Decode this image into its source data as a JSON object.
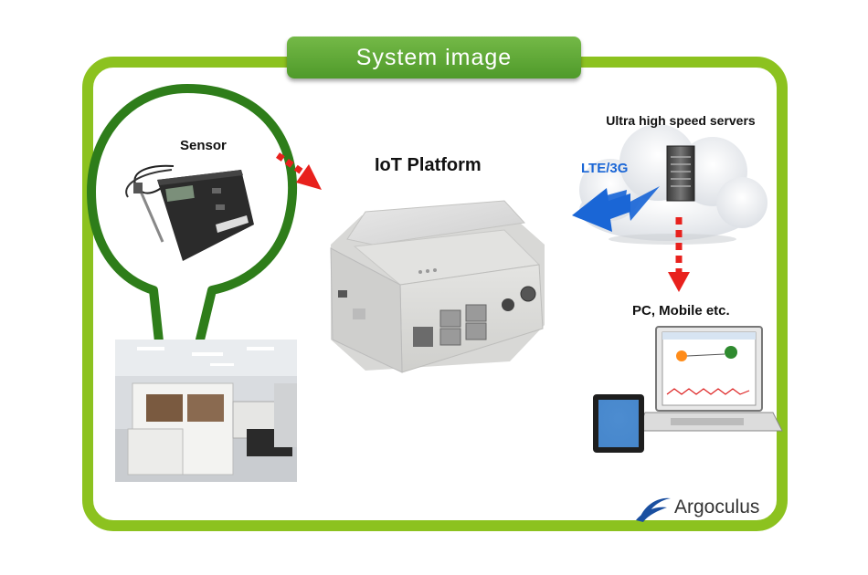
{
  "title": "System image",
  "labels": {
    "sensor": "Sensor",
    "iot_platform": "IoT Platform",
    "servers": "Ultra high speed servers",
    "network": "LTE/3G",
    "clients": "PC, Mobile etc."
  },
  "logo": {
    "name": "Argoculus",
    "icon": "argoculus-swoosh-icon"
  },
  "colors": {
    "frame_green": "#8cc21f",
    "banner_green": "#5aa832",
    "callout_green": "#2e7d1a",
    "arrow_red": "#e8211d",
    "network_blue": "#1a66d6"
  }
}
